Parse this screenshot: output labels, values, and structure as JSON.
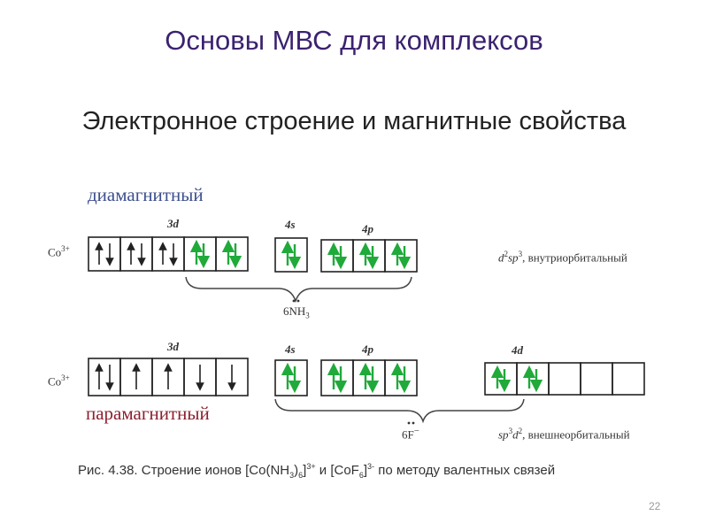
{
  "slide": {
    "title": "Основы МВС для комплексов",
    "subtitle": "Электронное строение и магнитные свойства",
    "page_number": "22"
  },
  "labels": {
    "diamagnetic": "диамагнитный",
    "paramagnetic": "парамагнитный"
  },
  "figure": {
    "top_row": {
      "ion": "Co",
      "ion_charge": "3+",
      "orbital_labels": [
        "3d",
        "4s",
        "4p"
      ],
      "ligand_count": "6",
      "ligand_formula": "NH",
      "ligand_subscript": "3",
      "hybridization_a": "d",
      "hybridization_a_sup": "2",
      "hybridization_b": "sp",
      "hybridization_b_sup": "3",
      "hybridization_type": ", внутриорбитальный"
    },
    "bottom_row": {
      "ion": "Co",
      "ion_charge": "3+",
      "orbital_labels": [
        "3d",
        "4s",
        "4p",
        "4d"
      ],
      "ligand": "6F",
      "ligand_charge": "−",
      "hybridization_a": "sp",
      "hybridization_a_sup": "3",
      "hybridization_b": "d",
      "hybridization_b_sup": "2",
      "hybridization_type": ", внешнеорбитальный"
    },
    "caption": {
      "prefix": "Рис. 4.38. Строение ионов [Co(NH",
      "sub1": "3",
      "mid1": ")",
      "sub2": "6",
      "mid2": "]",
      "sup1": "3+",
      "mid3": " и [CoF",
      "sub3": "6",
      "mid4": "]",
      "sup2": "3-",
      "suffix": " по методу валентных связей"
    }
  },
  "colors": {
    "title": "#3b2270",
    "diamagnetic": "#3d4f8e",
    "paramagnetic": "#8b1f2c",
    "ligand_electron_arrow": "#1faa3a",
    "metal_electron_arrow": "#222222"
  }
}
